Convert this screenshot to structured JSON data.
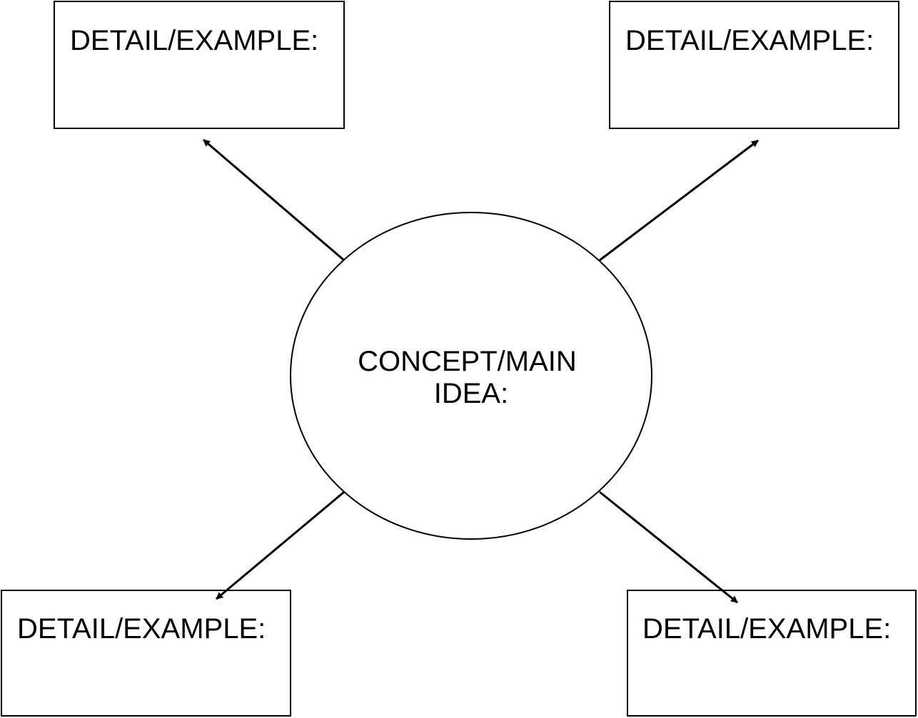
{
  "center": {
    "line1": "CONCEPT/MAIN",
    "line2": "IDEA:"
  },
  "details": {
    "top_left": "DETAIL/EXAMPLE:",
    "top_right": "DETAIL/EXAMPLE:",
    "bottom_left": "DETAIL/EXAMPLE:",
    "bottom_right": "DETAIL/EXAMPLE:"
  },
  "colors": {
    "stroke": "#000000",
    "background": "#ffffff"
  }
}
